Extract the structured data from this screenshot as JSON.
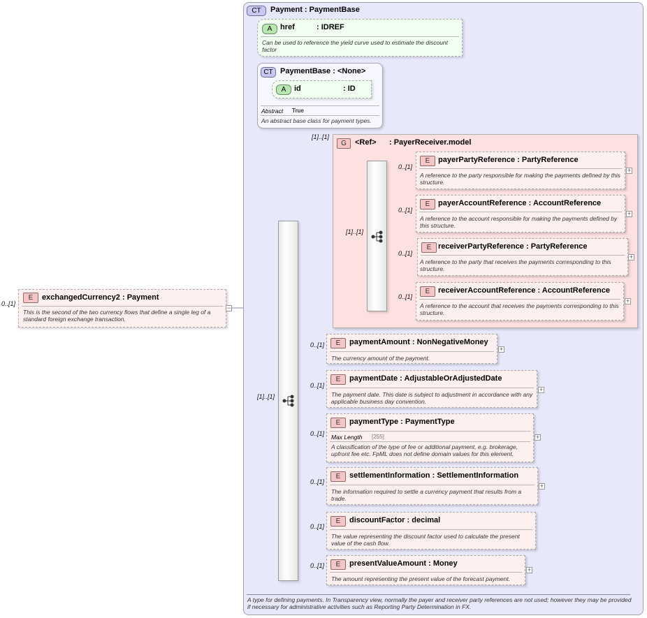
{
  "root": {
    "badge": "E",
    "name": "exchangedCurrency2",
    "type": "Payment",
    "cardinality": "0..[1]",
    "desc": "This is the second of the two currency flows that define a single leg of a standard foreign exchange transaction.",
    "collapse": "−"
  },
  "payment_type": {
    "badge": "CT",
    "name": "Payment",
    "type": "PaymentBase",
    "desc": "A type for defining payments. In Transparency view, normally the payer and receiver party references are not used; however they may be provided if necessary for administrative activities such as Reporting Party Determination in FX."
  },
  "href_attr": {
    "badge": "A",
    "name": "href",
    "type": ": IDREF",
    "desc": "Can be used to reference the yield curve used to estimate the discount factor"
  },
  "payment_base": {
    "badge": "CT",
    "name": "PaymentBase",
    "type": "<None>",
    "attr_badge": "A",
    "attr_name": "id",
    "attr_type": ": ID",
    "facet_key": "Abstract",
    "facet_val": "True",
    "desc": "An abstract base class for payment types."
  },
  "outer_seq": {
    "cardinality": "[1]..[1]"
  },
  "payer_group": {
    "badge": "G",
    "name": "<Ref>",
    "type": ": PayerReceiver.model",
    "cardinality": "[1]..[1]",
    "seq_cardinality": "[1]..[1]",
    "elements": [
      {
        "badge": "E",
        "name": "payerPartyReference",
        "type": "PartyReference",
        "card": "0..[1]",
        "desc": "A reference to the party responsible for making the payments defined by this structure.",
        "plus": "+"
      },
      {
        "badge": "E",
        "name": "payerAccountReference",
        "type": "AccountReference",
        "card": "0..[1]",
        "desc": "A reference to the account responsible for making the payments defined by this structure.",
        "plus": "+"
      },
      {
        "badge": "E",
        "name": "receiverPartyReference",
        "type": "PartyReference",
        "card": "0..[1]",
        "desc": "A reference to the party that receives the payments corresponding to this structure.",
        "plus": "+"
      },
      {
        "badge": "E",
        "name": "receiverAccountReference",
        "type": "AccountReference",
        "card": "0..[1]",
        "desc": "A reference to the account that receives the payments corresponding to this structure.",
        "plus": "+"
      }
    ]
  },
  "elements": [
    {
      "badge": "E",
      "name": "paymentAmount",
      "type": "NonNegativeMoney",
      "card": "0..[1]",
      "desc": "The currency amount of the payment.",
      "plus": "+"
    },
    {
      "badge": "E",
      "name": "paymentDate",
      "type": "AdjustableOrAdjustedDate",
      "card": "0..[1]",
      "desc": "The payment date. This date is subject to adjustment in accordance with any applicable business day convention.",
      "plus": "+"
    },
    {
      "badge": "E",
      "name": "paymentType",
      "type": "PaymentType",
      "card": "0..[1]",
      "facet_key": "Max Length",
      "facet_val": "[255]",
      "desc": "A classification of the type of fee or additional payment, e.g. brokerage, upfront fee etc. FpML does not define domain values for this element.",
      "plus": "+"
    },
    {
      "badge": "E",
      "name": "settlementInformation",
      "type": "SettlementInformation",
      "card": "0..[1]",
      "desc": "The information required to settle a currency payment that results from a trade.",
      "plus": "+"
    },
    {
      "badge": "E",
      "name": "discountFactor",
      "type": "decimal",
      "card": "0..[1]",
      "desc": "The value representing the discount factor used to calculate the present value of the cash flow."
    },
    {
      "badge": "E",
      "name": "presentValueAmount",
      "type": "Money",
      "card": "0..[1]",
      "desc": "The amount representing the present value of the forecast payment.",
      "plus": "+"
    }
  ],
  "colon": ":"
}
